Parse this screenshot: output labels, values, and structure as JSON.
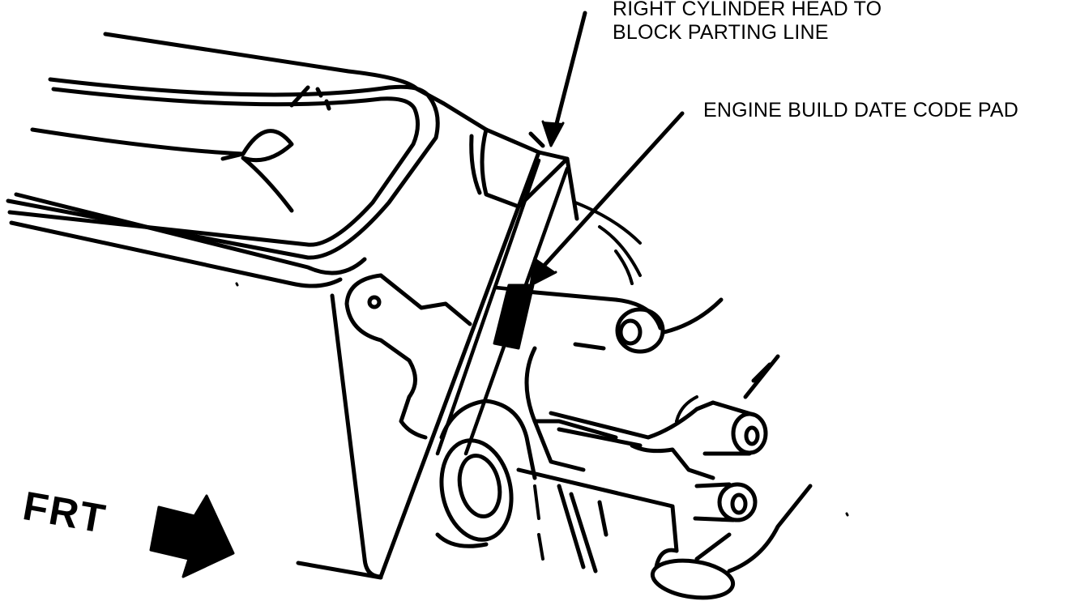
{
  "callouts": {
    "parting_line": {
      "line1": "RIGHT CYLINDER HEAD TO",
      "line2": "BLOCK PARTING LINE"
    },
    "code_pad": {
      "text": "ENGINE BUILD DATE CODE PAD"
    },
    "front": {
      "text": "FRT"
    }
  },
  "colors": {
    "ink": "#000000",
    "paper": "#ffffff"
  }
}
